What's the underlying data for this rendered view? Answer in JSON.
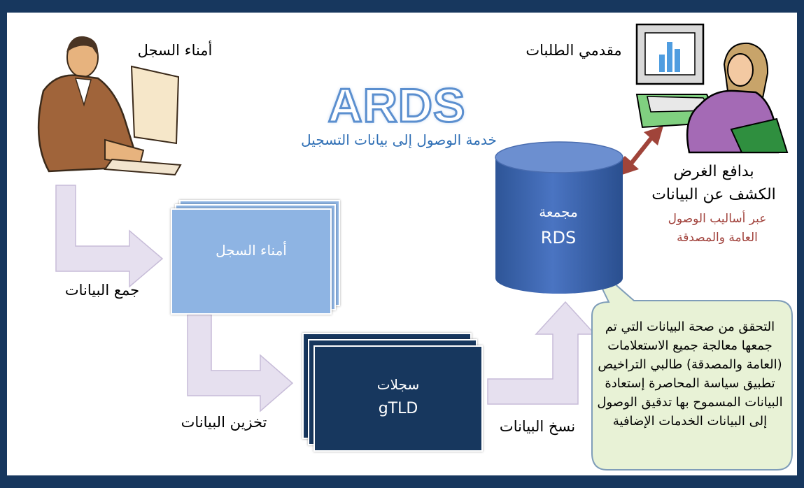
{
  "logo": {
    "title": "ARDS",
    "subtitle": "خدمة الوصول إلى بيانات التسجيل"
  },
  "actors": {
    "registrars": "أمناء السجل",
    "requestors": "مقدمي الطلبات",
    "purpose_line1": "بدافع الغرض",
    "purpose_line2": "الكشف عن البيانات",
    "access_line1": "عبر أساليب الوصول",
    "access_line2": "العامة والمصدقة"
  },
  "steps": {
    "collect": "جمع البيانات",
    "store": "تخزين البيانات",
    "copy": "نسخ البيانات"
  },
  "boxes": {
    "registrars_box": "أمناء السجل",
    "gtld_line1": "سجلات",
    "gtld_line2": "gTLD",
    "rds_line1": "مجمعة",
    "rds_line2": "RDS"
  },
  "callout": {
    "text": "التحقق من صحة البيانات التي تم جمعها معالجة جميع الاستعلامات (العامة والمصدقة) طالبي التراخيص تطبيق سياسة المحاصرة إستعادة البيانات المسموح بها تدقيق الوصول إلى البيانات الخدمات الإضافية"
  },
  "icons": [
    "registrar-person-clipart",
    "requestor-person-clipart",
    "database-cylinder",
    "double-arrow-icon"
  ],
  "colors": {
    "frame": "#17375e",
    "light_box": "#8eb4e3",
    "dark_box": "#17375e",
    "database": "#3f66b0",
    "arrow_fill": "#e6e0ef",
    "callout_fill": "#e8f2d6",
    "access_text": "#a0403a",
    "subtitle": "#2f6fb5"
  }
}
